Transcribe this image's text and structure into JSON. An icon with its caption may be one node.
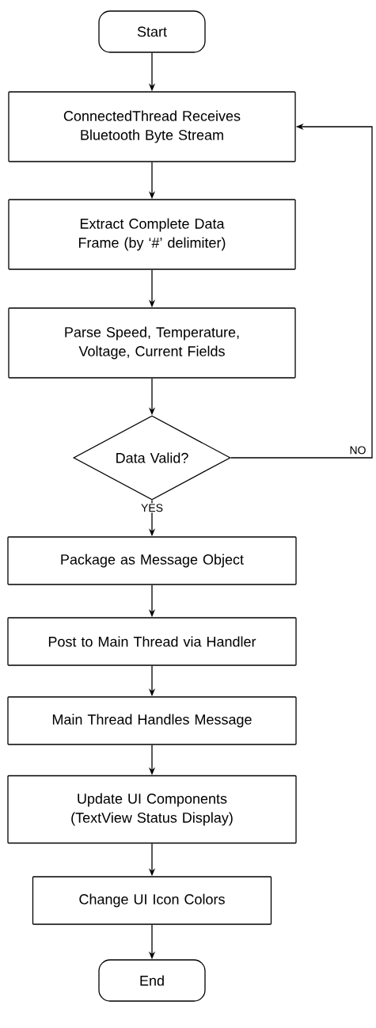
{
  "diagram": {
    "nodes": [
      {
        "text": [
          "Start"
        ]
      },
      {
        "text": [
          "ConnectedThread Receives Bluetooth Byte Stream"
        ]
      },
      {
        "text": [
          "Extract Complete Data Frame (by ‘#’ delimiter)"
        ]
      },
      {
        "text": [
          "Parse Speed, Temperature, Voltage, Current Fields"
        ]
      },
      {
        "text": [
          "Data Valid?"
        ]
      },
      {
        "text": [
          "Package as Message Object"
        ]
      },
      {
        "text": [
          "Post to Main Thread via Handler"
        ]
      },
      {
        "text": [
          "Main Thread Handles Message"
        ]
      },
      {
        "text": [
          "Update UI Components (TextView Status Display)"
        ]
      },
      {
        "text": [
          "Change UI Icon Colors"
        ]
      },
      {
        "text": [
          "End"
        ]
      }
    ],
    "edges": [
      {
        "from": 0,
        "to": 1,
        "arrow": "to"
      },
      {
        "from": 1,
        "to": 2,
        "arrow": "to"
      },
      {
        "from": 2,
        "to": 3,
        "arrow": "to"
      },
      {
        "from": 3,
        "to": 4,
        "arrow": "to"
      },
      {
        "from": 4,
        "to": 5,
        "arrow": "to",
        "label": "YES"
      },
      {
        "from": 4,
        "to": 1,
        "arrow": "to",
        "label": "NO"
      },
      {
        "from": 5,
        "to": 6,
        "arrow": "to"
      },
      {
        "from": 6,
        "to": 7,
        "arrow": "to"
      },
      {
        "from": 7,
        "to": 8,
        "arrow": "to"
      },
      {
        "from": 8,
        "to": 9,
        "arrow": "to"
      },
      {
        "from": 9,
        "to": 10,
        "arrow": "to"
      }
    ]
  }
}
